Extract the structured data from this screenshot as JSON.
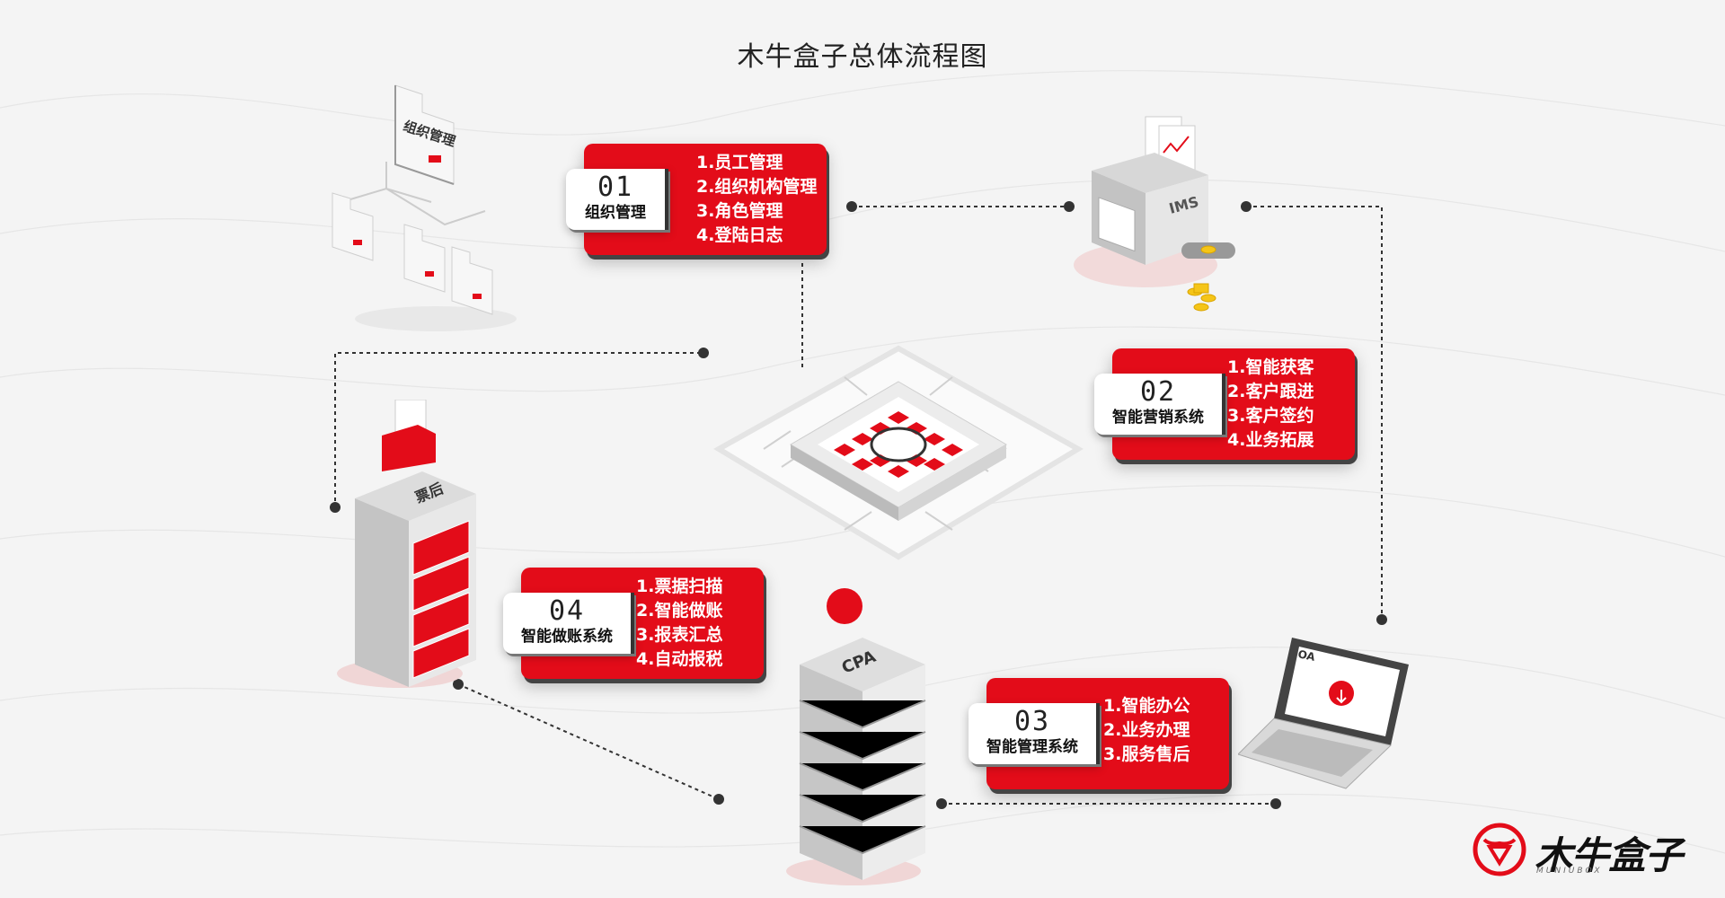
{
  "title": "木牛盒子总体流程图",
  "modules": [
    {
      "num": "01",
      "name": "组织管理",
      "items": [
        "1.员工管理",
        "2.组织机构管理",
        "3.角色管理",
        "4.登陆日志"
      ]
    },
    {
      "num": "02",
      "name": "智能营销系统",
      "items": [
        "1.智能获客",
        "2.客户跟进",
        "3.客户签约",
        "4.业务拓展"
      ]
    },
    {
      "num": "03",
      "name": "智能管理系统",
      "items": [
        "1.智能办公",
        "2.业务办理",
        "3.服务售后"
      ]
    },
    {
      "num": "04",
      "name": "智能做账系统",
      "items": [
        "1.票据扫描",
        "2.智能做账",
        "3.报表汇总",
        "4.自动报税"
      ]
    }
  ],
  "illustrations": {
    "org_folder_label": "组织管理",
    "ims_machine_label": "IMS",
    "server_label": "票后",
    "cpa_server_label": "CPA",
    "laptop_label": "OA"
  },
  "logo": {
    "brand": "木牛盒子",
    "sub": "MUNIUBOX"
  },
  "colors": {
    "accent": "#e30c19",
    "background": "#f4f4f4",
    "text": "#222222"
  }
}
